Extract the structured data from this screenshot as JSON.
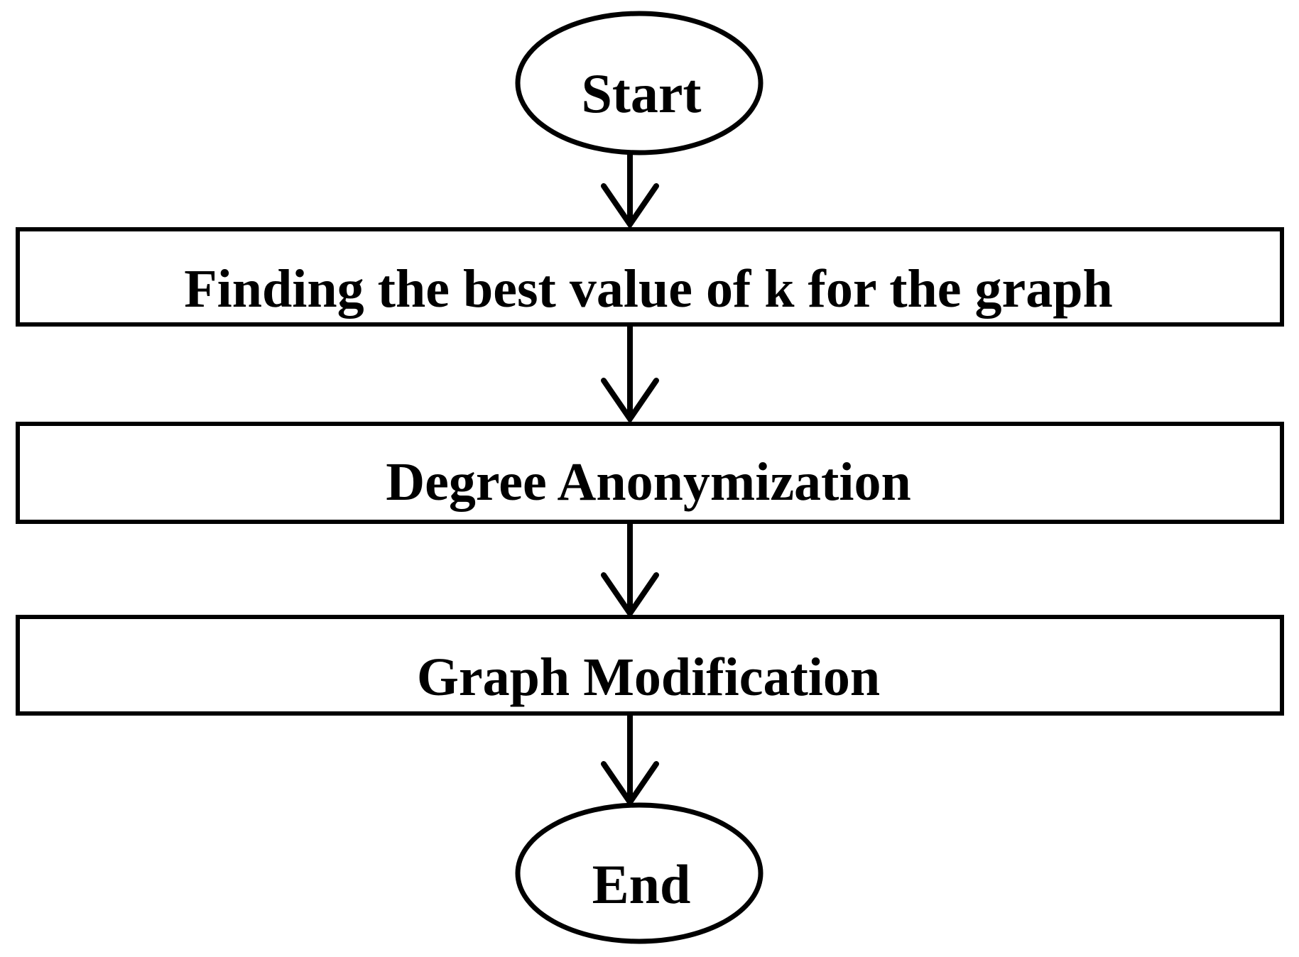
{
  "diagram": {
    "type": "flowchart",
    "direction": "top-to-bottom",
    "start": {
      "label": "Start",
      "shape": "ellipse"
    },
    "steps": [
      {
        "label": "Finding the best value of k for the graph",
        "shape": "rectangle"
      },
      {
        "label": "Degree Anonymization",
        "shape": "rectangle"
      },
      {
        "label": "Graph Modification",
        "shape": "rectangle"
      }
    ],
    "end": {
      "label": "End",
      "shape": "ellipse"
    },
    "edges": [
      {
        "from": "Start",
        "to": "Finding the best value of k for the graph"
      },
      {
        "from": "Finding the best value of k for the graph",
        "to": "Degree Anonymization"
      },
      {
        "from": "Degree Anonymization",
        "to": "Graph Modification"
      },
      {
        "from": "Graph Modification",
        "to": "End"
      }
    ],
    "colors": {
      "stroke": "#000000",
      "fill": "#ffffff",
      "text": "#000000"
    }
  }
}
